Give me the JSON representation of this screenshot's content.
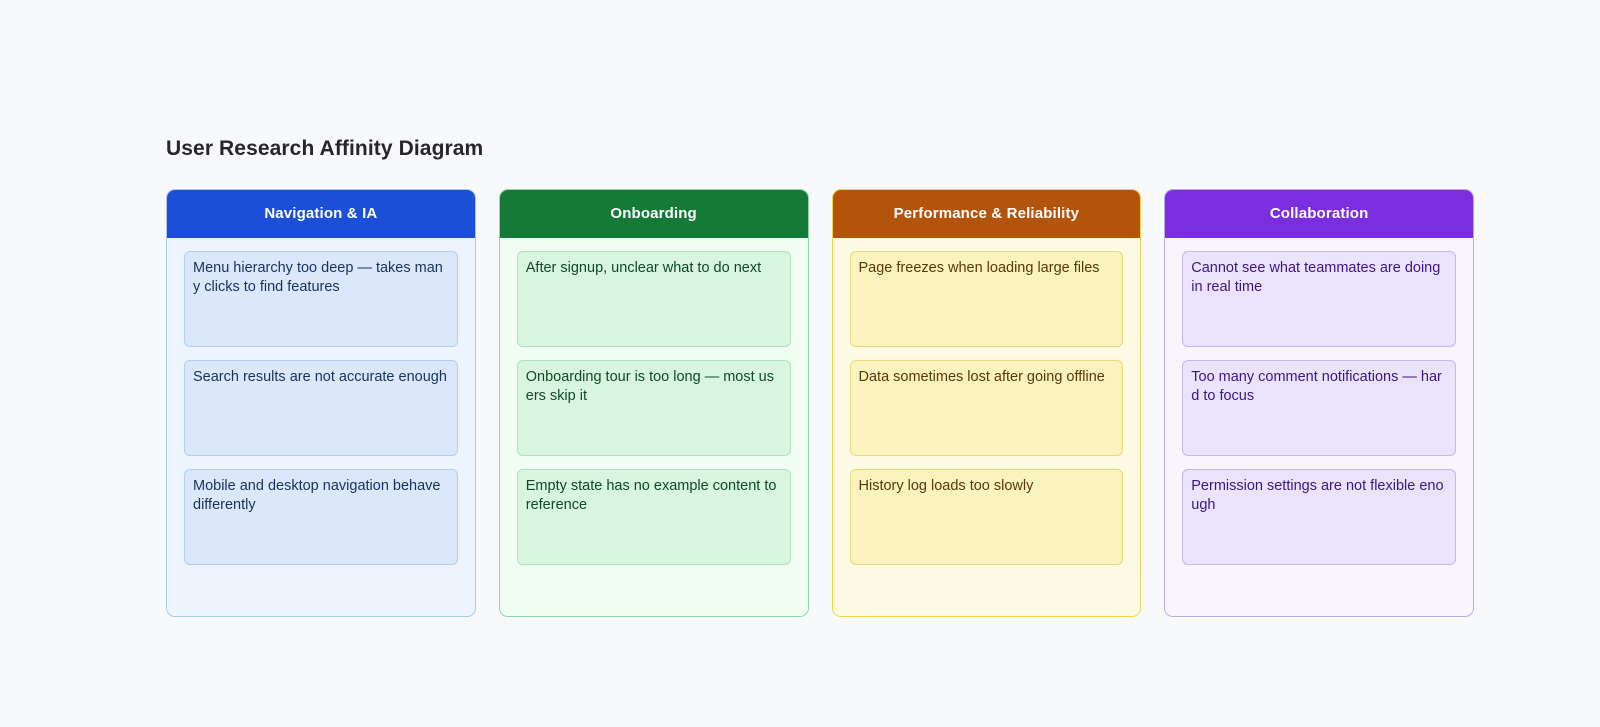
{
  "page": {
    "title": "User Research Affinity Diagram",
    "background_color": "#f8f9fb"
  },
  "columns": [
    {
      "id": "navigation-ia",
      "header": "Navigation & IA",
      "header_color": "#1c4fd8",
      "body_color": "#eef4fd",
      "border_color": "#a8c9ee",
      "note_color": "#dbe8fb",
      "text_color": "#17325e",
      "notes": [
        "Menu hierarchy too deep — takes many clicks to find features",
        "Search results are not accurate enough",
        "Mobile and desktop navigation behave differently"
      ]
    },
    {
      "id": "onboarding",
      "header": "Onboarding",
      "header_color": "#157a38",
      "body_color": "#f1fcf3",
      "border_color": "#8fd6a6",
      "note_color": "#d8f5e0",
      "text_color": "#0e4a23",
      "notes": [
        "After signup, unclear what to do next",
        "Onboarding tour is too long — most users skip it",
        "Empty state has no example content to reference"
      ]
    },
    {
      "id": "performance-reliability",
      "header": "Performance & Reliability",
      "header_color": "#b4530a",
      "body_color": "#fdfbe4",
      "border_color": "#f2d544",
      "note_color": "#fbf3bd",
      "text_color": "#5a3708",
      "notes": [
        "Page freezes when loading large files",
        "Data sometimes lost after going offline",
        "History log loads too slowly"
      ]
    },
    {
      "id": "collaboration",
      "header": "Collaboration",
      "header_color": "#7b2ee0",
      "body_color": "#faf5fd",
      "border_color": "#bba8e8",
      "note_color": "#eae3fb",
      "text_color": "#3c1784",
      "notes": [
        "Cannot see what teammates are doing in real time",
        "Too many comment notifications — hard to focus",
        "Permission settings are not flexible enough"
      ]
    }
  ]
}
